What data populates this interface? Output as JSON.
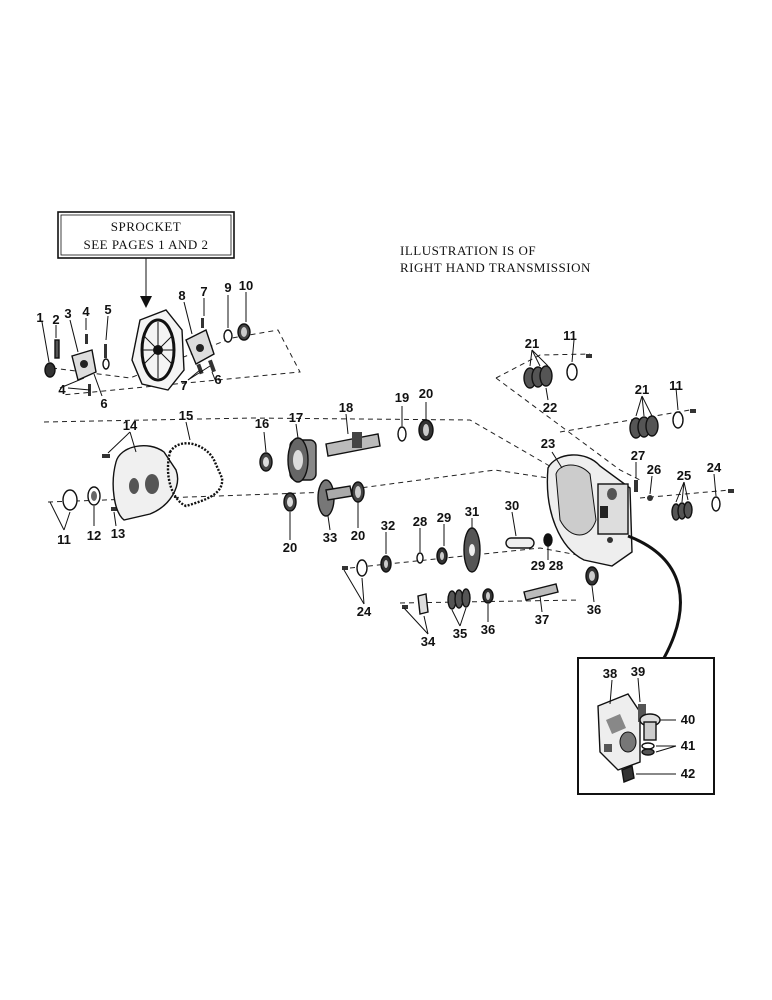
{
  "callout_sprocket": {
    "line1": "SPROCKET",
    "line2": "SEE PAGES 1 AND 2"
  },
  "caption": {
    "line1": "ILLUSTRATION IS OF",
    "line2": "RIGHT HAND TRANSMISSION"
  },
  "labels": {
    "n1": "1",
    "n2": "2",
    "n3": "3",
    "n4a": "4",
    "n4b": "4",
    "n5": "5",
    "n6a": "6",
    "n6b": "6",
    "n7a": "7",
    "n7b": "7",
    "n8": "8",
    "n9": "9",
    "n10": "10",
    "n11a": "11",
    "n11b": "11",
    "n11c": "11",
    "n12": "12",
    "n13": "13",
    "n14": "14",
    "n15": "15",
    "n16": "16",
    "n17": "17",
    "n18": "18",
    "n19": "19",
    "n20a": "20",
    "n20b": "20",
    "n20c": "20",
    "n21a": "21",
    "n21b": "21",
    "n22": "22",
    "n23": "23",
    "n24a": "24",
    "n24b": "24",
    "n25": "25",
    "n26": "26",
    "n27": "27",
    "n28a": "28",
    "n28b": "28",
    "n29a": "29",
    "n29b": "29",
    "n30": "30",
    "n31": "31",
    "n32": "32",
    "n33": "33",
    "n34": "34",
    "n35": "35",
    "n36a": "36",
    "n36b": "36",
    "n37": "37",
    "n38": "38",
    "n39": "39",
    "n40": "40",
    "n41": "41",
    "n42": "42"
  }
}
